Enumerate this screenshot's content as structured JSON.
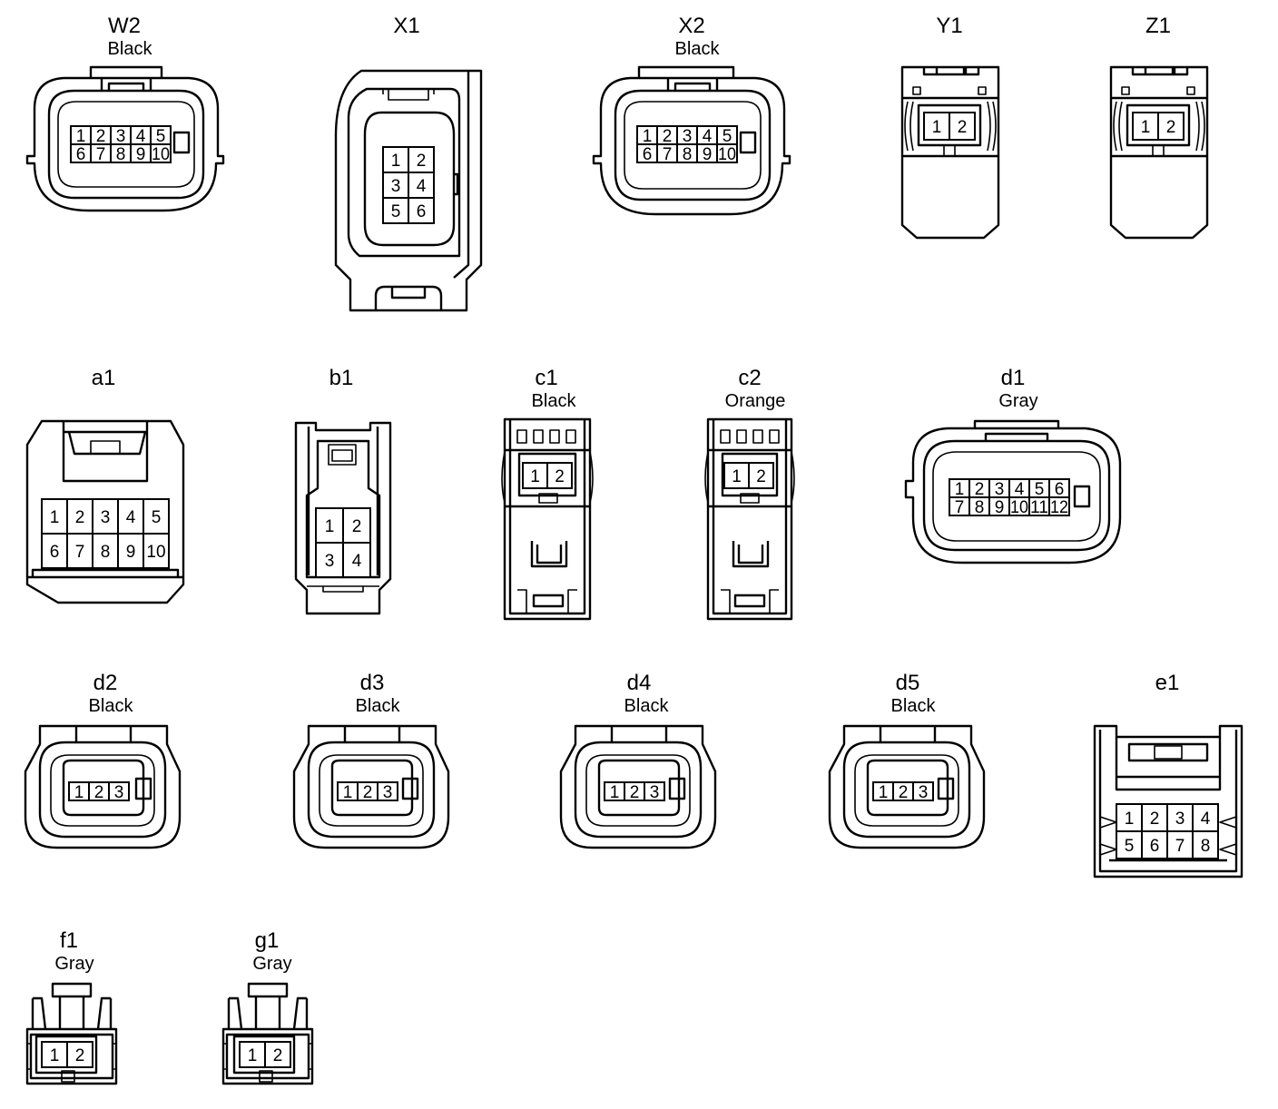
{
  "connectors": [
    {
      "code": "W2",
      "color": "Black",
      "pins": [
        [
          "1",
          "2",
          "3",
          "4",
          "5"
        ],
        [
          "6",
          "7",
          "8",
          "9",
          "10"
        ]
      ]
    },
    {
      "code": "X1",
      "color": "",
      "pins": [
        [
          "1",
          "2"
        ],
        [
          "3",
          "4"
        ],
        [
          "5",
          "6"
        ]
      ]
    },
    {
      "code": "X2",
      "color": "Black",
      "pins": [
        [
          "1",
          "2",
          "3",
          "4",
          "5"
        ],
        [
          "6",
          "7",
          "8",
          "9",
          "10"
        ]
      ]
    },
    {
      "code": "Y1",
      "color": "",
      "pins": [
        [
          "1",
          "2"
        ]
      ]
    },
    {
      "code": "Z1",
      "color": "",
      "pins": [
        [
          "1",
          "2"
        ]
      ]
    },
    {
      "code": "a1",
      "color": "",
      "pins": [
        [
          "1",
          "2",
          "3",
          "4",
          "5"
        ],
        [
          "6",
          "7",
          "8",
          "9",
          "10"
        ]
      ]
    },
    {
      "code": "b1",
      "color": "",
      "pins": [
        [
          "1",
          "2"
        ],
        [
          "3",
          "4"
        ]
      ]
    },
    {
      "code": "c1",
      "color": "Black",
      "pins": [
        [
          "1",
          "2"
        ]
      ]
    },
    {
      "code": "c2",
      "color": "Orange",
      "pins": [
        [
          "1",
          "2"
        ]
      ]
    },
    {
      "code": "d1",
      "color": "Gray",
      "pins": [
        [
          "1",
          "2",
          "3",
          "4",
          "5",
          "6"
        ],
        [
          "7",
          "8",
          "9",
          "10",
          "11",
          "12"
        ]
      ]
    },
    {
      "code": "d2",
      "color": "Black",
      "pins": [
        [
          "1",
          "2",
          "3"
        ]
      ]
    },
    {
      "code": "d3",
      "color": "Black",
      "pins": [
        [
          "1",
          "2",
          "3"
        ]
      ]
    },
    {
      "code": "d4",
      "color": "Black",
      "pins": [
        [
          "1",
          "2",
          "3"
        ]
      ]
    },
    {
      "code": "d5",
      "color": "Black",
      "pins": [
        [
          "1",
          "2",
          "3"
        ]
      ]
    },
    {
      "code": "e1",
      "color": "",
      "pins": [
        [
          "1",
          "2",
          "3",
          "4"
        ],
        [
          "5",
          "6",
          "7",
          "8"
        ]
      ]
    },
    {
      "code": "f1",
      "color": "Gray",
      "pins": [
        [
          "1",
          "2"
        ]
      ]
    },
    {
      "code": "g1",
      "color": "Gray",
      "pins": [
        [
          "1",
          "2"
        ]
      ]
    }
  ]
}
